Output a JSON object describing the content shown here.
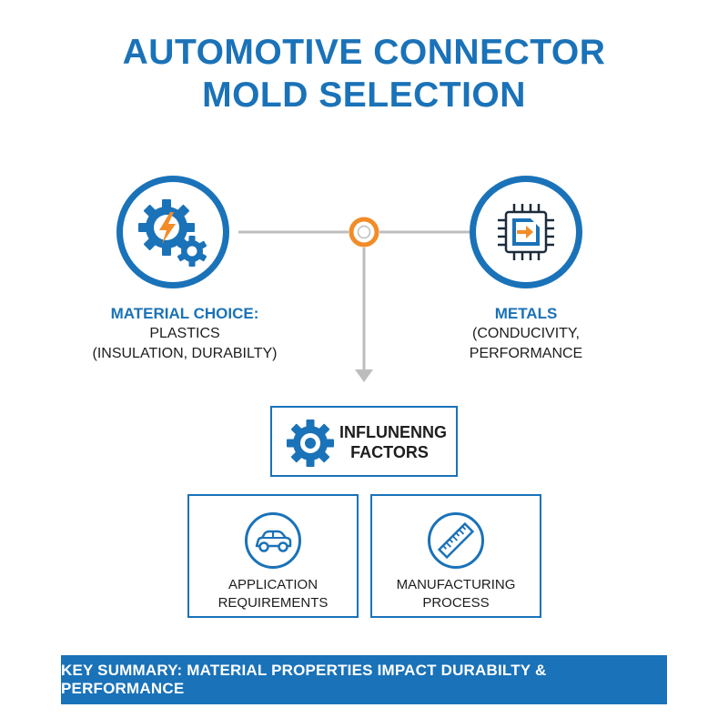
{
  "title": {
    "line1": "AUTOMOTIVE CONNECTOR",
    "line2": "MOLD SELECTION"
  },
  "nodes": {
    "left": {
      "icon": "gear-lightning-icon",
      "head": "MATERIAL CHOICE:",
      "line1": "PLASTICS",
      "line2": "(INSULATION, DURABILTY)"
    },
    "right": {
      "icon": "chip-arrow-icon",
      "head": "METALS",
      "line1": "(CONDUCIVITY,",
      "line2": "PERFORMANCE"
    }
  },
  "factors": {
    "icon": "gear-icon",
    "line1": "INFLUNENNG",
    "line2": "FACTORS"
  },
  "cards": [
    {
      "icon": "car-icon",
      "line1": "APPLICATION",
      "line2": "REQUIREMENTS"
    },
    {
      "icon": "ruler-icon",
      "line1": "MANUFACTURING",
      "line2": "PROCESS"
    }
  ],
  "summary": "KEY SUMMARY: MATERIAL PROPERTIES IMPACT DURABILTY & PERFORMANCE",
  "colors": {
    "primary": "#1a72b8",
    "accent": "#f28c28",
    "connector": "#bdbdbd"
  }
}
